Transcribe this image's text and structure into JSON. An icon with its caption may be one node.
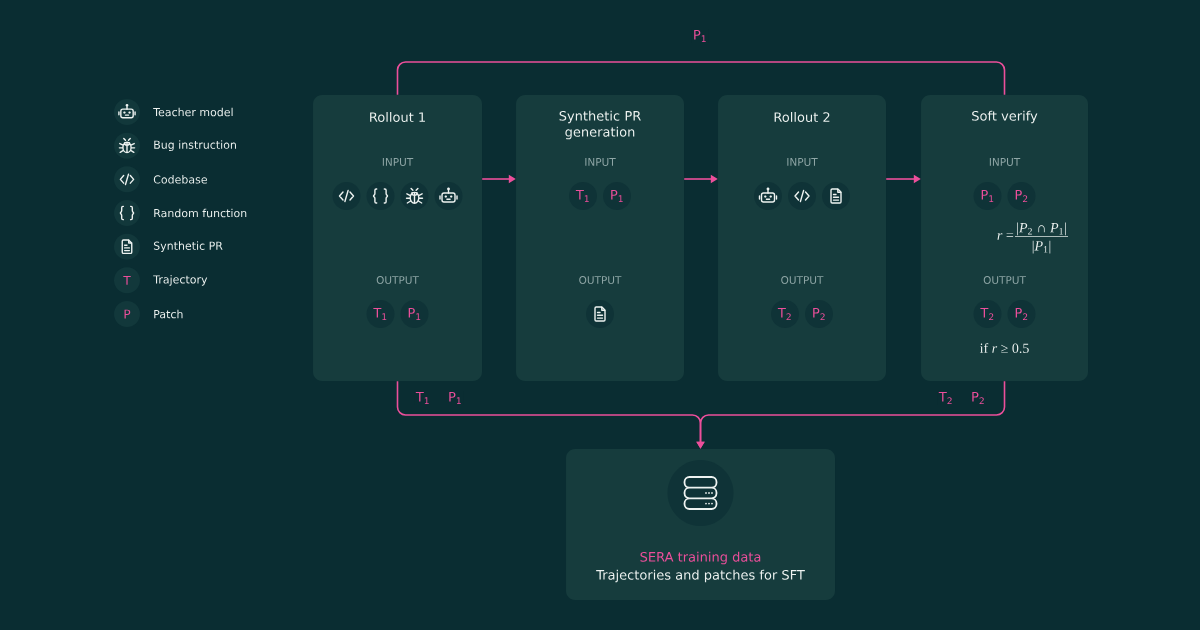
{
  "diagram": {
    "nodes": [
      {
        "text": [
          "Rollout 1",
          "INPUT",
          "OUTPUT"
        ]
      },
      {
        "text": [],
        "shape": "circle",
        "in": 0
      },
      {
        "text": [],
        "shape": "circle",
        "in": 0
      },
      {
        "text": [],
        "shape": "circle",
        "in": 0
      },
      {
        "text": [],
        "shape": "circle",
        "in": 0
      },
      {
        "text": [
          "T$_{1}$"
        ],
        "in": 0
      },
      {
        "text": [
          "P$_{1}$"
        ],
        "in": 0
      },
      {
        "text": [
          "Synthetic PR generation",
          "INPUT",
          "OUTPUT"
        ]
      },
      {
        "text": [
          "T$_{1}$"
        ],
        "in": 7
      },
      {
        "text": [
          "P$_{1}$"
        ],
        "in": 7
      },
      {
        "text": [],
        "shape": "circle",
        "in": 7
      },
      {
        "text": [
          "Rollout 2",
          "INPUT",
          "OUTPUT"
        ]
      },
      {
        "text": [],
        "shape": "circle",
        "in": 11
      },
      {
        "text": [],
        "shape": "circle",
        "in": 11
      },
      {
        "text": [],
        "shape": "circle",
        "in": 11
      },
      {
        "text": [
          "T$_{2}$"
        ],
        "in": 11
      },
      {
        "text": [
          "P$_{2}$"
        ],
        "in": 11
      },
      {
        "text": [
          "Soft verify",
          "INPUT",
          "*r* =",
          "|*P*$_{2}$ ∩ *P*$_{1}$|",
          "|*P*$_{1}$|",
          "OUTPUT",
          "if *r* ≥ 0.5"
        ]
      },
      {
        "text": [
          "P$_{1}$"
        ],
        "in": 17
      },
      {
        "text": [
          "P$_{2}$"
        ],
        "in": 17
      },
      {
        "text": [
          "T$_{2}$"
        ],
        "in": 17
      },
      {
        "text": [
          "P$_{2}$"
        ],
        "in": 17
      },
      {
        "text": [
          "SERA training data",
          "Trajectories and patches for SFT"
        ]
      },
      {
        "text": [],
        "shape": "circle",
        "in": 22
      }
    ],
    "edges": [
      {
        "from": 0,
        "to": 7,
        "arrow": "to"
      },
      {
        "from": 7,
        "to": 11,
        "arrow": "to"
      },
      {
        "from": 11,
        "to": 17,
        "arrow": "to"
      },
      {
        "from": 0,
        "to": 17,
        "arrow": "none",
        "label": "P$_{1}$"
      },
      {
        "from": 0,
        "to": 22,
        "arrow": "to",
        "label": "T$_{1}$ P$_{1}$"
      },
      {
        "from": 17,
        "to": 22,
        "arrow": "to",
        "label": "T$_{2}$ P$_{2}$"
      }
    ],
    "labels": [
      "T",
      "P"
    ],
    "legend": [
      {
        "text": "Teacher model"
      },
      {
        "text": "Bug instruction"
      },
      {
        "text": "Codebase"
      },
      {
        "text": "Random function"
      },
      {
        "text": "Synthetic PR"
      },
      {
        "text": "Trajectory"
      },
      {
        "text": "Patch"
      }
    ]
  }
}
